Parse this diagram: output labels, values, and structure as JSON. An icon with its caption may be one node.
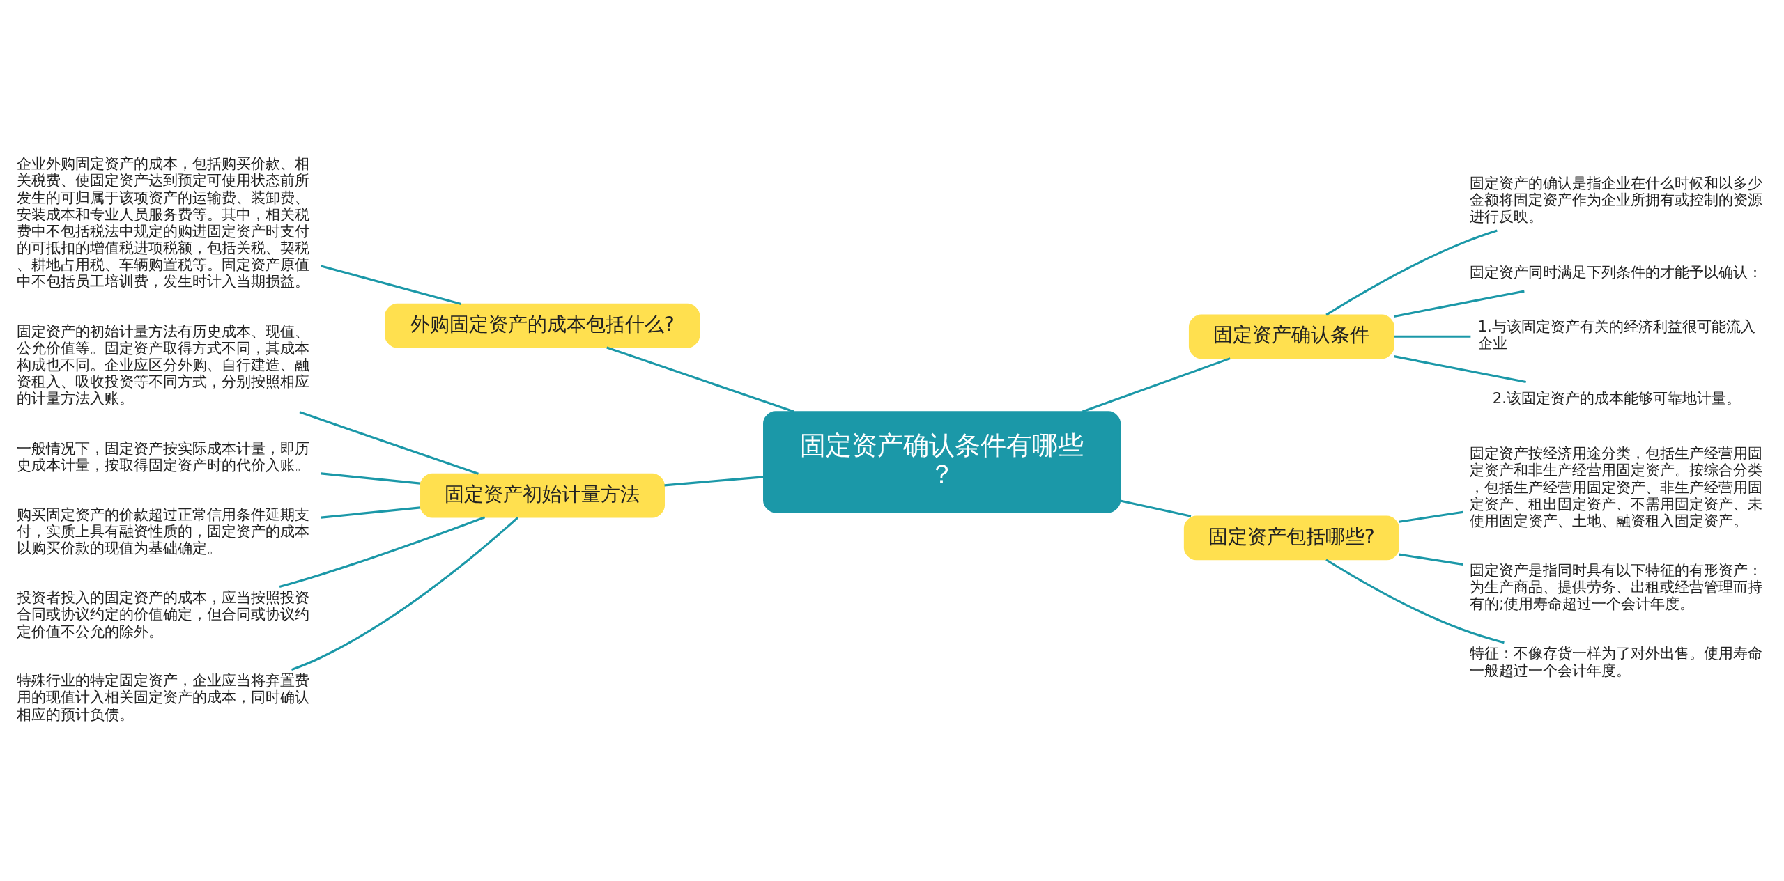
{
  "diagram": {
    "nodes": [
      {
        "text": [
          "固定资产确认条件有哪些？"
        ]
      },
      {
        "text": [
          "外购固定资产的成本包括什么?"
        ]
      },
      {
        "text": [
          "企业外购固定资产的成本，包括购买价款、相关税费、使固定资产达到预定可使用状态前所发生的可归属于该项资产的运输费、装卸费、安装成本和专业人员服务费等。其中，相关税费中不包括税法中规定的购进固定资产时支付的可抵扣的增值税进项税额，包括关税、契税、耕地占用税、车辆购置税等。固定资产原值中不包括员工培训费，发生时计入当期损益。"
        ]
      },
      {
        "text": [
          "固定资产确认条件"
        ]
      },
      {
        "text": [
          "固定资产的确认是指企业在什么时候和以多少金额将固定资产作为企业所拥有或控制的资源进行反映。"
        ]
      },
      {
        "text": [
          "固定资产同时满足下列条件的才能予以确认："
        ]
      },
      {
        "text": [
          "1.与该固定资产有关的经济利益很可能流入企业"
        ]
      },
      {
        "text": [
          "2.该固定资产的成本能够可靠地计量。"
        ]
      },
      {
        "text": [
          "固定资产初始计量方法"
        ]
      },
      {
        "text": [
          "固定资产的初始计量方法有历史成本、现值、公允价值等。固定资产取得方式不同，其成本构成也不同。企业应区分外购、自行建造、融资租入、吸收投资等不同方式，分别按照相应的计量方法入账。"
        ]
      },
      {
        "text": [
          "一般情况下，固定资产按实际成本计量，即历史成本计量，按取得固定资产时的代价入账。"
        ]
      },
      {
        "text": [
          "购买固定资产的价款超过正常信用条件延期支付，实质上具有融资性质的，固定资产的成本以购买价款的现值为基础确定。"
        ]
      },
      {
        "text": [
          "投资者投入的固定资产的成本，应当按照投资合同或协议约定的价值确定，但合同或协议约定价值不公允的除外。"
        ]
      },
      {
        "text": [
          "特殊行业的特定固定资产，企业应当将弃置费用的现值计入相关固定资产的成本，同时确认相应的预计负债。"
        ]
      },
      {
        "text": [
          "固定资产包括哪些?"
        ]
      },
      {
        "text": [
          "固定资产按经济用途分类，包括生产经营用固定资产和非生产经营用固定资产。按综合分类，包括生产经营用固定资产、非生产经营用固定资产、租出固定资产、不需用固定资产、未使用固定资产、土地、融资租入固定资产。"
        ]
      },
      {
        "text": [
          "固定资产是指同时具有以下特征的有形资产：为生产商品、提供劳务、出租或经营管理而持有的;使用寿命超过一个会计年度。"
        ]
      },
      {
        "text": [
          "特征：不像存货一样为了对外出售。使用寿命一般超过一个会计年度。"
        ]
      }
    ],
    "edges": [
      {
        "from": 2,
        "to": 1,
        "arrow": "none"
      },
      {
        "from": 1,
        "to": 0,
        "arrow": "none"
      },
      {
        "from": 0,
        "to": 3,
        "arrow": "none"
      },
      {
        "from": 3,
        "to": 4,
        "arrow": "none"
      },
      {
        "from": 3,
        "to": 5,
        "arrow": "none"
      },
      {
        "from": 3,
        "to": 6,
        "arrow": "none"
      },
      {
        "from": 3,
        "to": 7,
        "arrow": "none"
      },
      {
        "from": 9,
        "to": 8,
        "arrow": "none"
      },
      {
        "from": 10,
        "to": 8,
        "arrow": "none"
      },
      {
        "from": 11,
        "to": 8,
        "arrow": "none"
      },
      {
        "from": 12,
        "to": 8,
        "arrow": "none"
      },
      {
        "from": 13,
        "to": 8,
        "arrow": "none"
      },
      {
        "from": 8,
        "to": 0,
        "arrow": "none"
      },
      {
        "from": 0,
        "to": 14,
        "arrow": "none"
      },
      {
        "from": 14,
        "to": 15,
        "arrow": "none"
      },
      {
        "from": 14,
        "to": 16,
        "arrow": "none"
      },
      {
        "from": 14,
        "to": 17,
        "arrow": "none"
      }
    ]
  }
}
